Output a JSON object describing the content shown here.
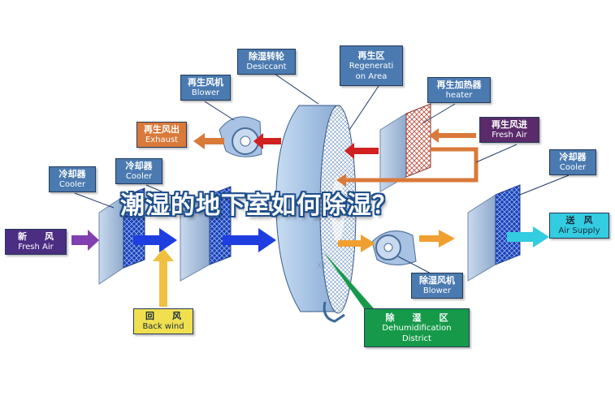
{
  "headline": "潮湿的地下室如何除湿？",
  "watermark": "XT",
  "labels": {
    "desiccant": {
      "cn": "除湿转轮",
      "en": "Desiccant"
    },
    "regeneration_area": {
      "cn": "再生区",
      "en1": "Regenerati",
      "en2": "on Area"
    },
    "regen_blower": {
      "cn": "再生风机",
      "en": "Blower"
    },
    "regen_heater": {
      "cn": "再生加热器",
      "en": "heater"
    },
    "exhaust": {
      "cn": "再生风出",
      "en": "Exhaust"
    },
    "regen_air_in": {
      "cn": "再生风进",
      "en": "Fresh Air"
    },
    "cooler_left": {
      "cn": "冷却器",
      "en": "Cooler"
    },
    "cooler_mid": {
      "cn": "冷却器",
      "en": "Cooler"
    },
    "cooler_right": {
      "cn": "冷却器",
      "en": "Cooler"
    },
    "fresh_air": {
      "cn": "新　　风",
      "en": "Fresh Air"
    },
    "air_supply": {
      "cn": "送　风",
      "en": "Air Supply"
    },
    "back_wind": {
      "cn": "回　　风",
      "en": "Back wind"
    },
    "dehum_blower": {
      "cn": "除湿风机",
      "en": "Blower"
    },
    "dehum_district": {
      "cn": "除　　湿　　区",
      "en1": "Dehumidification",
      "en2": "District"
    }
  },
  "colors": {
    "label_blue": "#4a7ab0",
    "exhaust_orange": "#d9793a",
    "regen_purple": "#5a2a6a",
    "fresh_air_purple": "#4b2d82",
    "air_supply_cyan": "#33cce0",
    "back_wind_yellow": "#f0e050",
    "district_green": "#169a4a",
    "arrow_blue": "#1e3ee0",
    "arrow_orange": "#f0a030",
    "arrow_red": "#d02020",
    "arrow_purple": "#8040b0",
    "headline_outline": "#1e4f8c"
  }
}
